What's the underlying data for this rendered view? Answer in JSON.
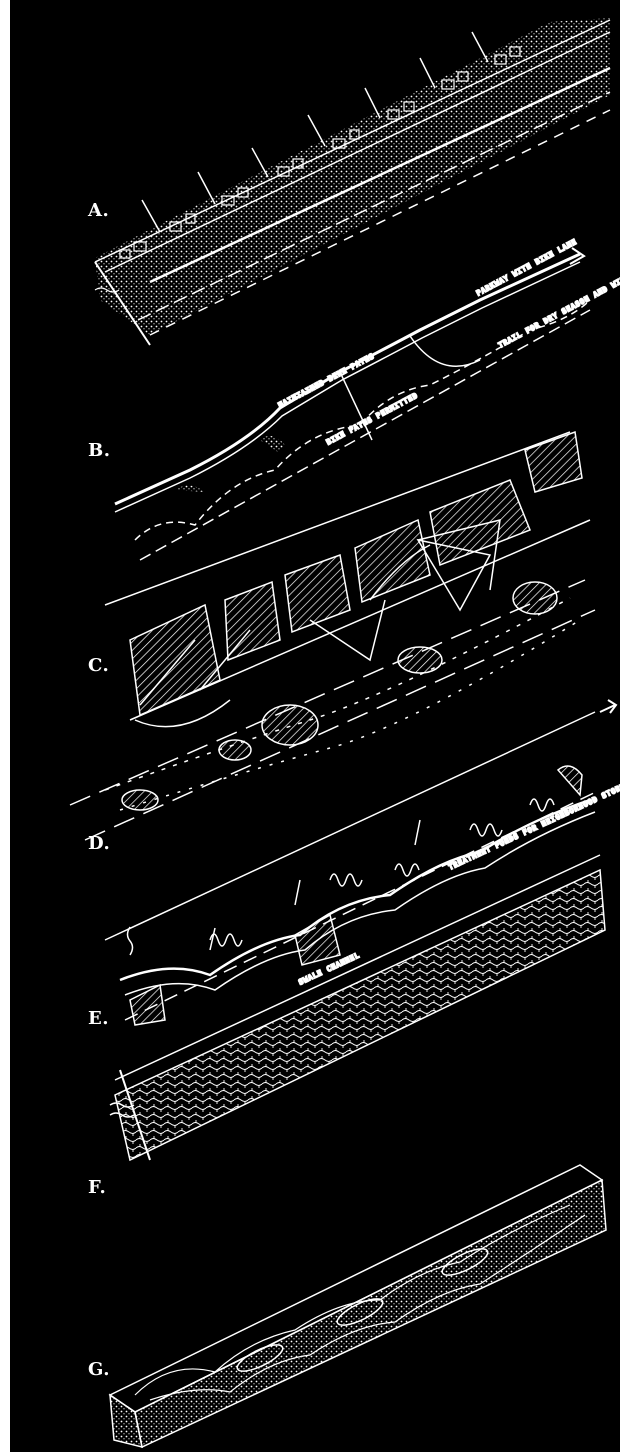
{
  "labels": {
    "a": "A.",
    "b": "B.",
    "c": "C.",
    "d": "D.",
    "e": "E.",
    "f": "F.",
    "g": "G."
  },
  "annotations": {
    "parkway": "PARKWAY WITH BIKE LANE",
    "trail": "TRAIL FOR DRY SEASON AND WINTER USE",
    "maintained": "MAINTAINED BIKE PATHS",
    "bike_paths": "BIKE PATHS PERMITTED",
    "treatment_ponds": "TREATMENT PONDS FOR NEIGHBORHOOD STORMWATER RUNOFF",
    "channel": "SWALE CHANNEL"
  },
  "colors": {
    "background": "#000000",
    "ink": "#ffffff"
  }
}
